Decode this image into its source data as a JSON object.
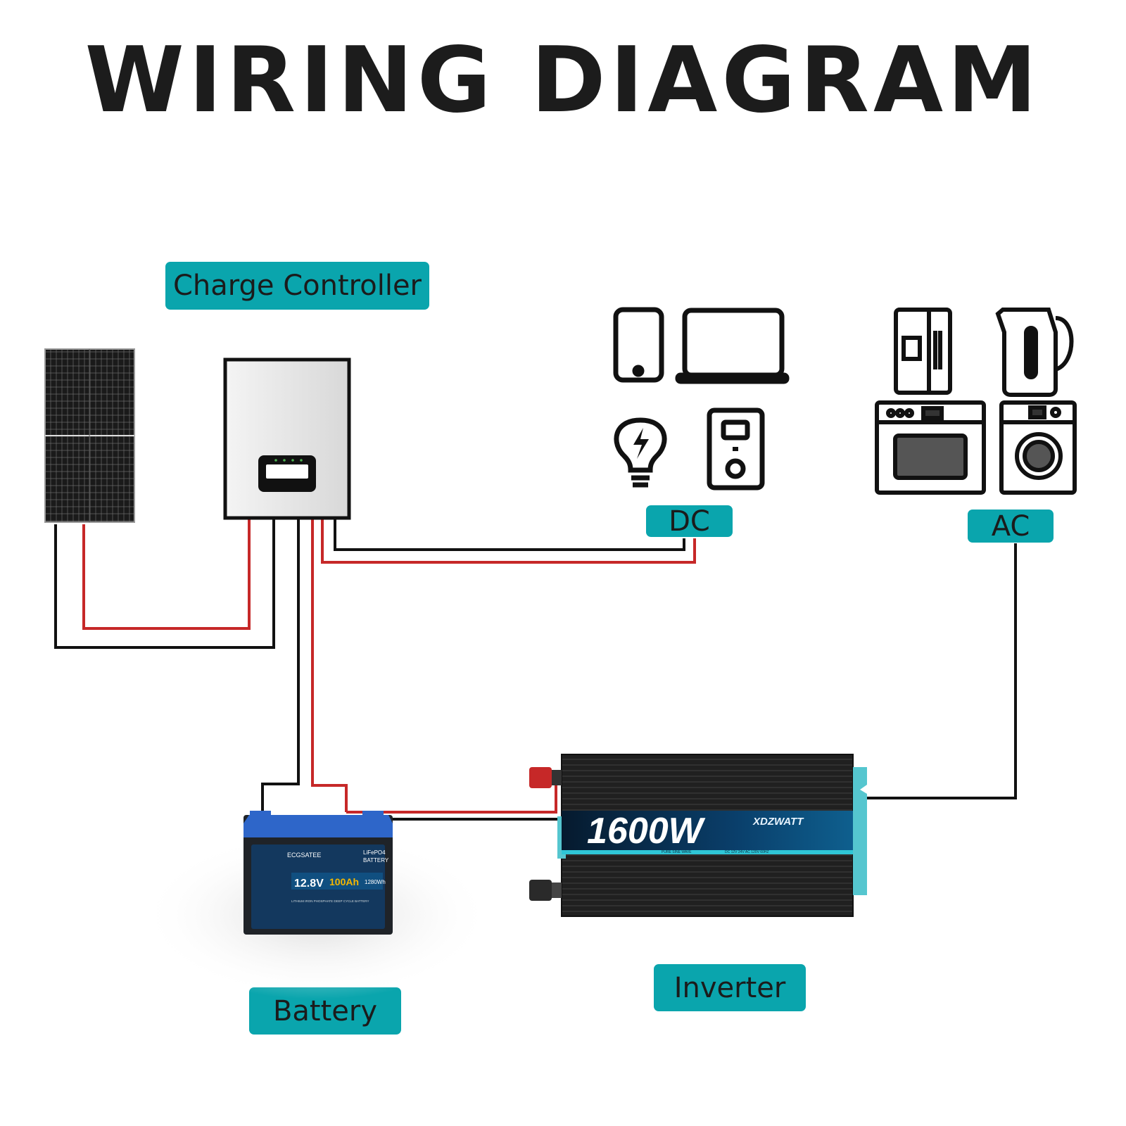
{
  "title": "WIRING DIAGRAM",
  "labels": {
    "charge_controller": "Charge Controller",
    "dc": "DC",
    "ac": "AC",
    "battery": "Battery",
    "inverter": "Inverter"
  },
  "battery": {
    "brand": "ECGSATEE",
    "chemistry": "LiFePO4",
    "type": "BATTERY",
    "voltage": "12.8V",
    "capacity": "100Ah",
    "energy": "1280Wh",
    "description": "LITHIUM IRON PHOSPHATE DEEP CYCLE BATTERY"
  },
  "inverter": {
    "power": "1600W",
    "brand": "XDZWATT",
    "wave": "PURE SINE WAVE",
    "spec": "DC 12V  24V AC 120V 60HZ"
  },
  "colors": {
    "accent": "#0aa5ad",
    "wire_positive": "#c62828",
    "wire_negative": "#111111"
  }
}
